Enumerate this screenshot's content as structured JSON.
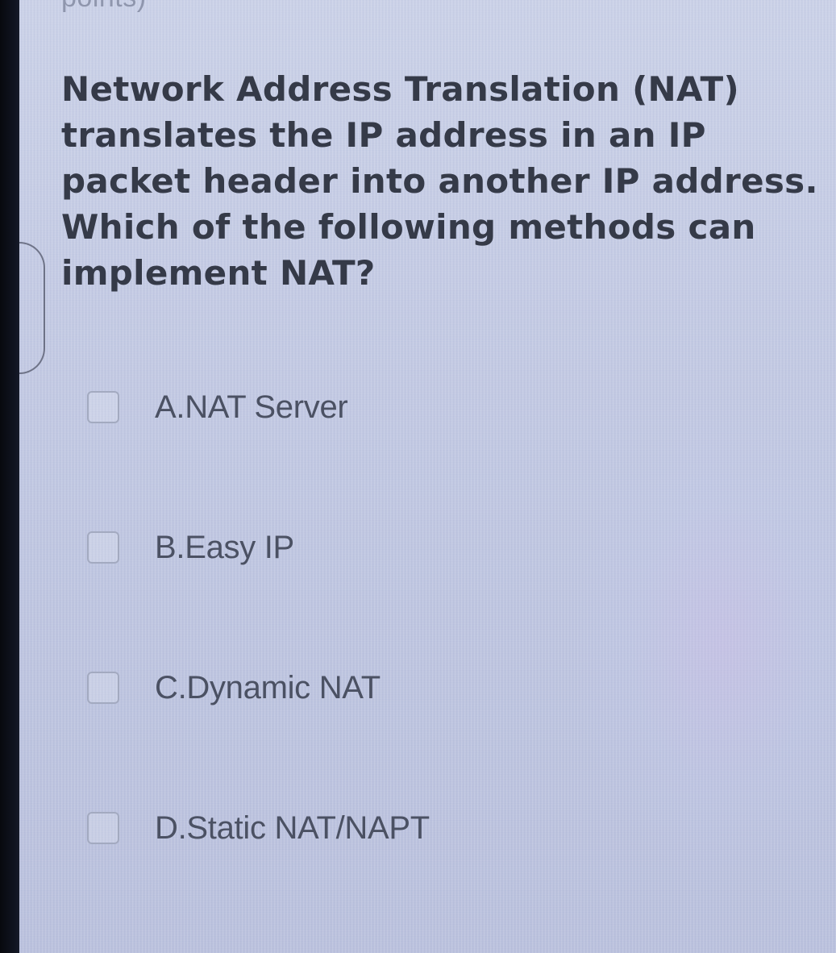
{
  "header": {
    "points_text": "points)"
  },
  "question": {
    "text": "Network Address Translation (NAT) translates the IP address in an IP packet header into another IP address. Which of the following methods can implement NAT?"
  },
  "options": [
    {
      "label": "A.NAT Server",
      "checked": false
    },
    {
      "label": "B.Easy IP",
      "checked": false
    },
    {
      "label": "C.Dynamic NAT",
      "checked": false
    },
    {
      "label": "D.Static NAT/NAPT",
      "checked": false
    }
  ],
  "colors": {
    "background": "#c2c9e3",
    "question_text": "#353a48",
    "option_text": "#4b5163",
    "checkbox_border": "#a3aac0"
  }
}
